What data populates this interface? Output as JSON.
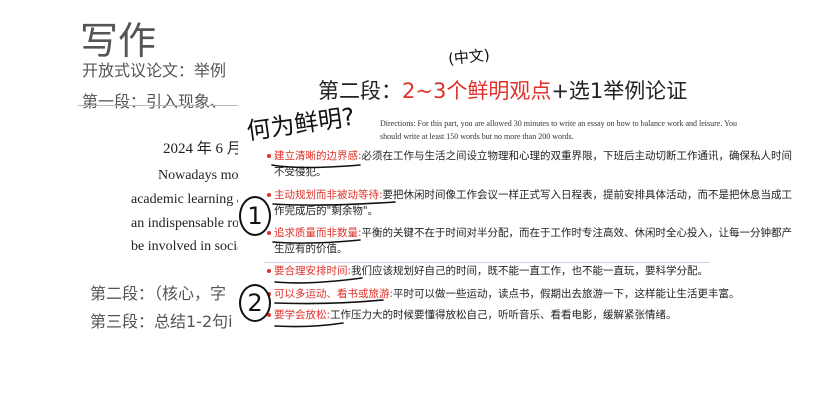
{
  "slide": {
    "title": "写作",
    "line1": "开放式议论文：举例",
    "line2": "第一段：引入现象、",
    "date": "2024 年 6 月",
    "para": [
      "Nowadays mo",
      "academic learning a",
      "an indispensable rol",
      "be involved in socia"
    ],
    "line3": "第二段：（核心，字",
    "line4": "第三段：总结1-2句i"
  },
  "overlay": {
    "heading_a": "第二段：",
    "heading_b": "2~3个鲜明观点",
    "heading_c": "+选1举例论证",
    "directions1": "Directions: For this part, you are allowed 30 minutes to write an essay on how to balance work and leisure. You",
    "directions2": "should write at least 150 words but no more than 200 words.",
    "group1": [
      {
        "key": "建立清晰的边界感:",
        "text": "必须在工作与生活之间设立物理和心理的双重界限，下班后主动切断工作通讯，确保私人时间不受侵犯。"
      },
      {
        "key": "主动规划而非被动等待:",
        "text": "要把休闲时间像工作会议一样正式写入日程表，提前安排具体活动，而不是把休息当成工作完成后的\"剩余物\"。"
      },
      {
        "key": "追求质量而非数量:",
        "text": "平衡的关键不在于时间对半分配，而在于工作时专注高效、休闲时全心投入，让每一分钟都产生应有的价值。"
      }
    ],
    "group2": [
      {
        "key": "要合理安排时间:",
        "text": "我们应该规划好自己的时间，既不能一直工作，也不能一直玩，要科学分配。"
      },
      {
        "key": "可以多运动、看书或旅游:",
        "text": "平时可以做一些运动，读点书，假期出去旅游一下，这样能让生活更丰富。"
      },
      {
        "key": "要学会放松:",
        "text": "工作压力大的时候要懂得放松自己，听听音乐、看看电影，缓解紧张情绪。"
      }
    ]
  },
  "annotations": {
    "note_top": "(中文)",
    "note_question": "何为鲜明?",
    "circle1": "1",
    "circle2": "2"
  },
  "colors": {
    "accent": "#e0302a",
    "divider": "#c9d6e8"
  }
}
